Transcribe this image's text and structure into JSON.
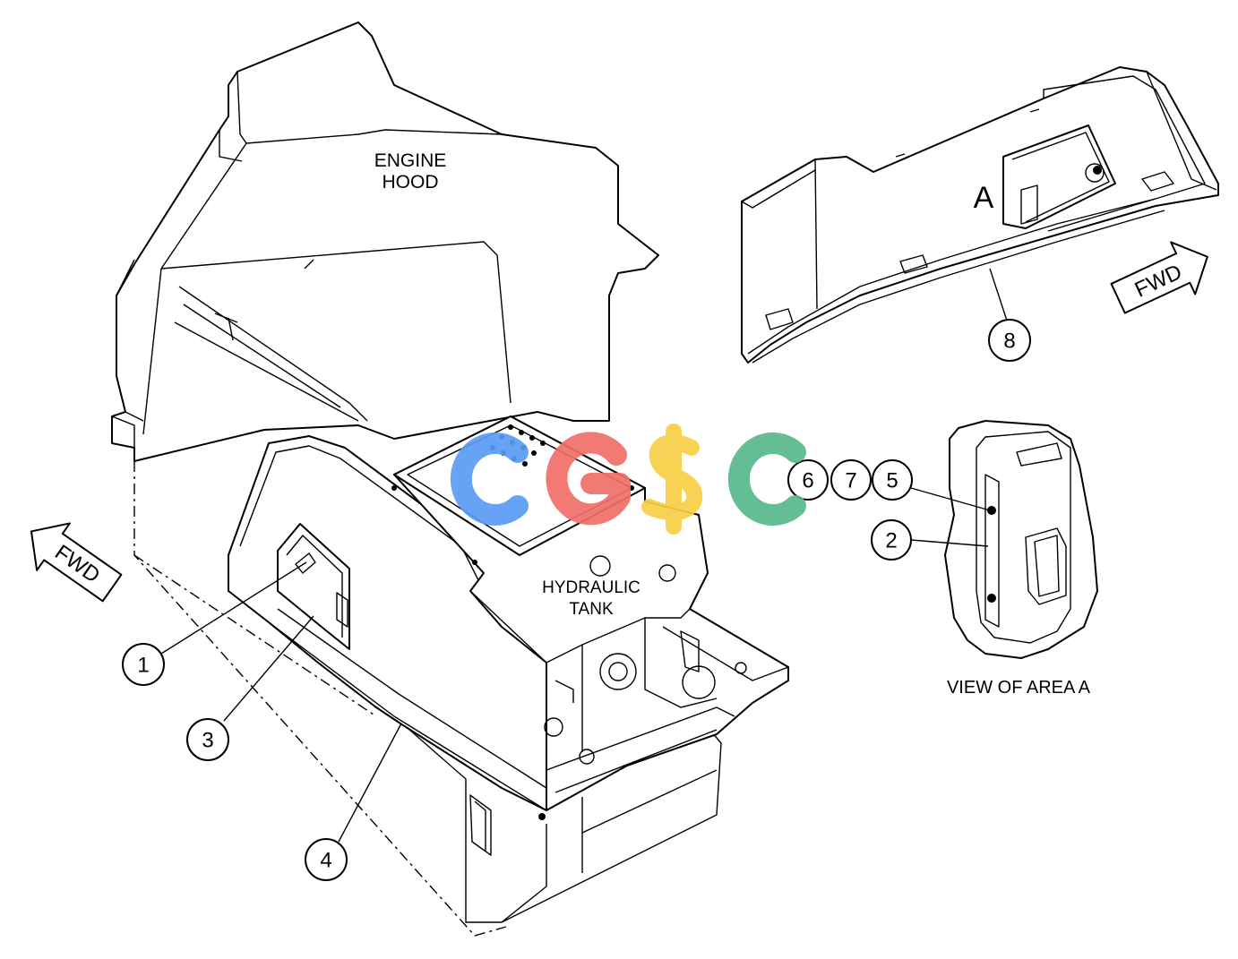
{
  "labels": {
    "engine_hood_line1": "ENGINE",
    "engine_hood_line2": "HOOD",
    "hydraulic_tank_line1": "HYDRAULIC",
    "hydraulic_tank_line2": "TANK",
    "view_caption": "VIEW OF AREA A",
    "area_marker": "A",
    "fwd_left": "FWD",
    "fwd_right": "FWD"
  },
  "callouts": {
    "c1": "1",
    "c2": "2",
    "c3": "3",
    "c4": "4",
    "c5": "5",
    "c6": "6",
    "c7": "7",
    "c8": "8"
  },
  "watermark": {
    "text": "CGSC",
    "colors": [
      "#5b9cf4",
      "#f06f6a",
      "#f7cf45",
      "#58b88b"
    ]
  }
}
